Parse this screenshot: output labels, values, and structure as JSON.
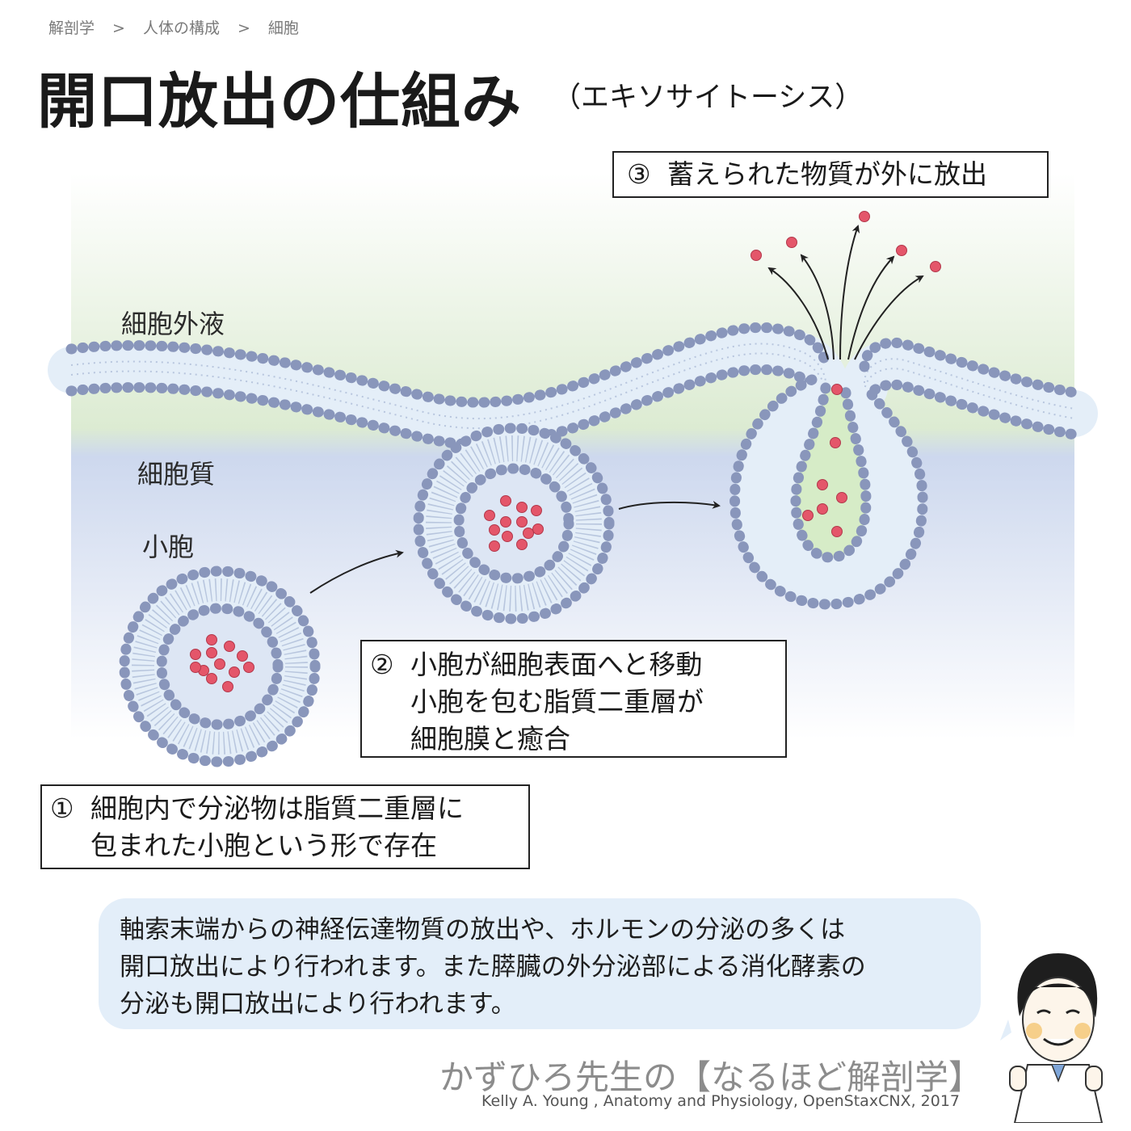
{
  "breadcrumb": [
    "解剖学",
    ">",
    "人体の構成",
    ">",
    "細胞"
  ],
  "title": "開口放出の仕組み",
  "subtitle": "（エキソサイトーシス）",
  "labels": {
    "extracellular": "細胞外液",
    "cytoplasm": "細胞質",
    "vesicle": "小胞"
  },
  "steps": [
    {
      "num": "①",
      "lines": [
        "細胞内で分泌物は脂質二重層に",
        "包まれた小胞という形で存在"
      ]
    },
    {
      "num": "②",
      "lines": [
        "小胞が細胞表面へと移動",
        "小胞を包む脂質二重層が",
        "細胞膜と癒合"
      ]
    },
    {
      "num": "③",
      "lines": [
        "蓄えられた物質が外に放出"
      ]
    }
  ],
  "note": [
    "軸索末端からの神経伝達物質の放出や、ホルモンの分泌の多くは",
    "開口放出により行われます。また膵臓の外分泌部による消化酵素の",
    "分泌も開口放出により行われます。"
  ],
  "brand": "かずひろ先生の【なるほど解剖学】",
  "credit": "Kelly A. Young , Anatomy and Physiology, OpenStaxCNX, 2017",
  "colors": {
    "extracellular_top": "#ffffff",
    "extracellular": "#dcebd2",
    "cytoplasm": "#cdd8ee",
    "membrane_fill": "#e4eef8",
    "lipid_head": "#8996bb",
    "lipid_head_stroke": "#4f5a7e",
    "cargo": "#e4566a",
    "vesicle_lumen": "#dde6f4",
    "release_lumen": "#d6ecc7",
    "box_border": "#222222",
    "bubble": "#e3eef9"
  }
}
